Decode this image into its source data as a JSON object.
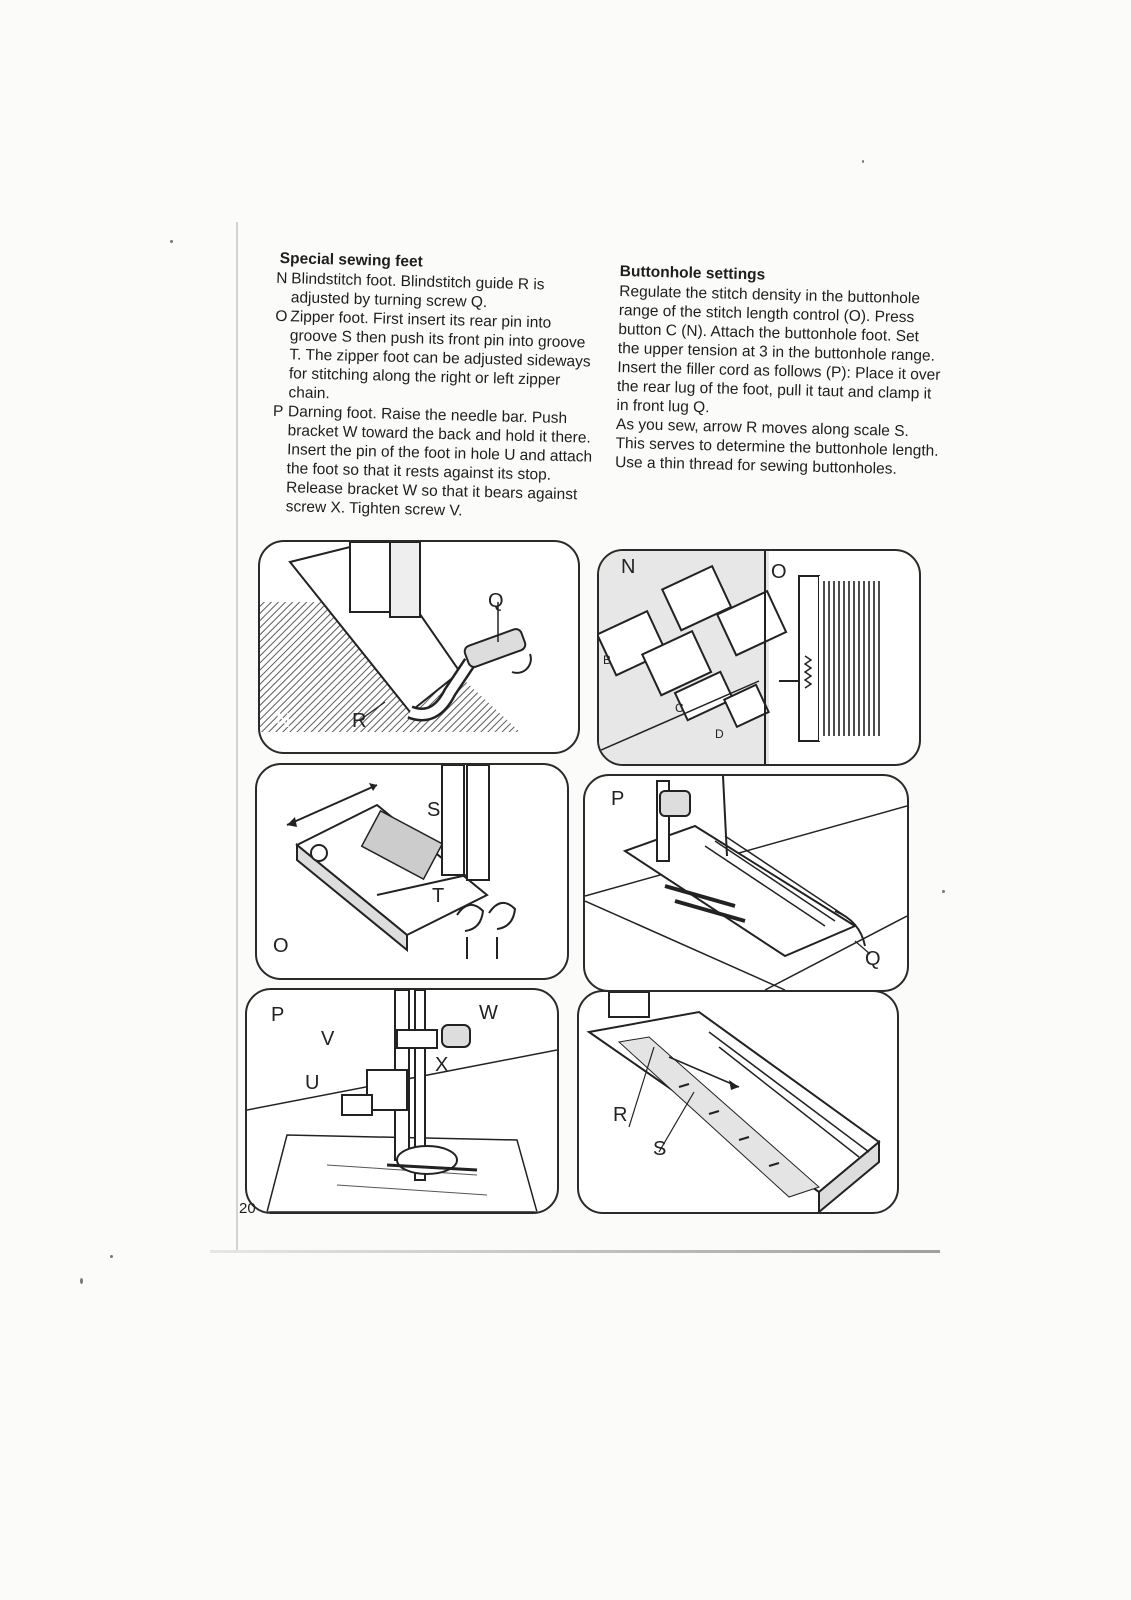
{
  "left_column": {
    "heading": "Special sewing feet",
    "items": [
      {
        "letter": "N",
        "text": "Blindstitch foot. Blindstitch guide R is adjusted by turning screw Q."
      },
      {
        "letter": "O",
        "text": "Zipper foot. First insert its rear pin into groove S then push its front pin into groove T. The zipper foot can be adjusted sideways for stitching along the right or left zipper chain."
      },
      {
        "letter": "P",
        "text": "Darning foot. Raise the needle bar. Push bracket W toward the back and hold it there. Insert the pin of the foot in hole U and attach the foot so that it rests against its stop. Release bracket W so that it bears against screw X. Tighten screw V."
      }
    ]
  },
  "right_column": {
    "heading": "Buttonhole settings",
    "paragraphs": [
      "Regulate the stitch density in the buttonhole range of the stitch length control (O). Press button C (N). Attach the buttonhole foot. Set the upper tension at 3 in the buttonhole range. Insert the filler cord as follows (P): Place it over the rear lug of the foot, pull it taut and clamp it in front lug Q.",
      "As you sew, arrow R moves along scale S. This serves to determine the buttonhole length.",
      "Use a thin thread for sewing buttonholes."
    ]
  },
  "figures": {
    "blindstitch": {
      "labels": [
        "Q",
        "N",
        "R"
      ]
    },
    "zipper": {
      "labels": [
        "S",
        "T",
        "O"
      ]
    },
    "darning": {
      "labels": [
        "P",
        "W",
        "V",
        "X",
        "U"
      ]
    },
    "controls": {
      "labels": [
        "N",
        "O"
      ],
      "keys": [
        "B",
        "C",
        "D"
      ]
    },
    "buttonhole_foot": {
      "labels": [
        "P",
        "Q"
      ]
    },
    "buttonhole_scale": {
      "labels": [
        "R",
        "S"
      ]
    }
  },
  "page_number": "20"
}
